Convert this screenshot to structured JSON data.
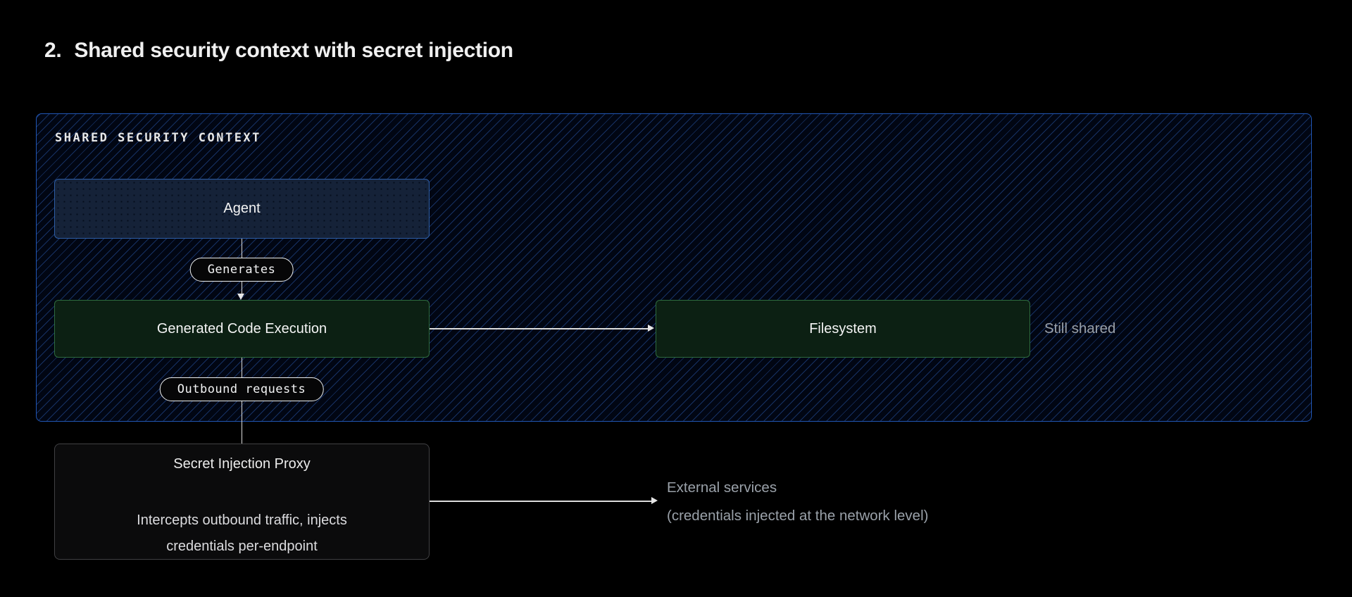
{
  "title": {
    "number": "2.",
    "text": "Shared security context with secret injection"
  },
  "context_box": {
    "label": "SHARED SECURITY CONTEXT"
  },
  "nodes": {
    "agent": {
      "label": "Agent"
    },
    "generated_code_execution": {
      "label": "Generated Code Execution"
    },
    "filesystem": {
      "label": "Filesystem"
    },
    "secret_injection_proxy": {
      "title": "Secret Injection Proxy",
      "description_line1": "Intercepts outbound traffic, injects",
      "description_line2": "credentials per-endpoint"
    }
  },
  "edges": {
    "agent_to_execution_label": "Generates",
    "execution_to_proxy_label": "Outbound requests"
  },
  "annotations": {
    "still_shared": "Still shared",
    "external_services_line1": "External services",
    "external_services_line2": "(credentials injected at the network level)"
  },
  "colors": {
    "background": "#000000",
    "context_border": "#2156b4",
    "context_hatch_line": "#2b5cb3",
    "agent_fill": "#152238",
    "agent_border": "#2d5da5",
    "green_fill": "#0c2013",
    "green_border": "#2e6b3e",
    "proxy_fill": "#0b0b0c",
    "proxy_border": "#414144",
    "arrow": "#e6e6e6",
    "muted_text": "#9aa1a9",
    "text": "#f0f0f0"
  }
}
